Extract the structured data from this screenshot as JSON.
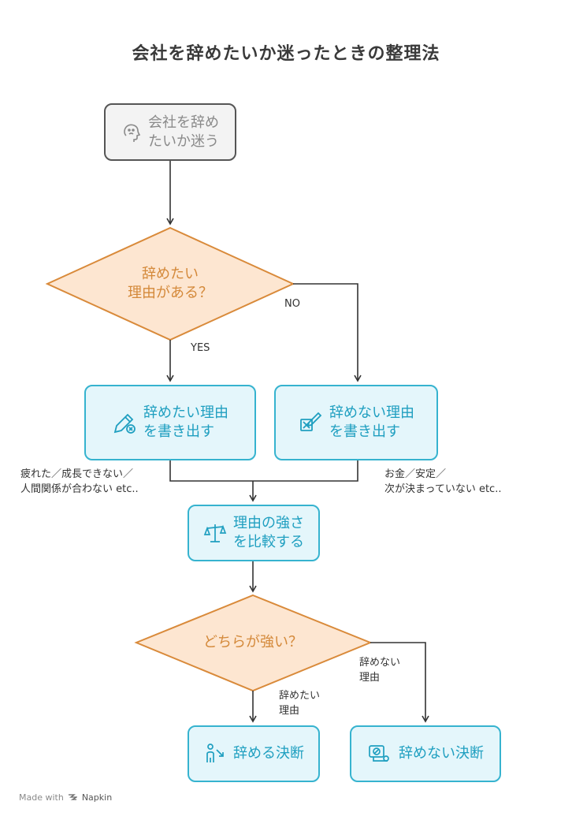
{
  "title": "会社を辞めたいか迷ったときの整理法",
  "nodes": {
    "start": {
      "lines": [
        "会社を辞め",
        "たいか迷う"
      ],
      "icon": "confused-face-icon"
    },
    "decision1": {
      "lines": [
        "辞めたい",
        "理由がある？"
      ]
    },
    "write_reasons_quit": {
      "lines": [
        "辞めたい理由",
        "を書き出す"
      ],
      "icon": "pencil-x-icon"
    },
    "write_reasons_stay": {
      "lines": [
        "辞めない理由",
        "を書き出す"
      ],
      "icon": "pencil-box-icon"
    },
    "compare": {
      "lines": [
        "理由の強さ",
        "を比較する"
      ],
      "icon": "scales-icon"
    },
    "decision2": {
      "lines": [
        "どちらが強い？"
      ]
    },
    "decide_quit": {
      "lines": [
        "辞める決断"
      ],
      "icon": "person-arrow-icon"
    },
    "decide_stay": {
      "lines": [
        "辞めない決断"
      ],
      "icon": "decision-card-icon"
    }
  },
  "edge_labels": {
    "no": "NO",
    "yes": "YES",
    "stronger_quit": [
      "辞めたい",
      "理由"
    ],
    "stronger_stay": [
      "辞めない",
      "理由"
    ]
  },
  "notes": {
    "quit_examples": [
      "疲れた／成長できない／",
      "人間関係が合わない etc.."
    ],
    "stay_examples": [
      "お金／安定／",
      "次が決まっていない etc.."
    ]
  },
  "footer": {
    "made_with": "Made with",
    "brand": "Napkin"
  },
  "colors": {
    "decision_fill": "#fde6d1",
    "decision_stroke": "#d98a3a",
    "process_stroke": "#36b3cf",
    "process_fill": "#e4f6fb"
  }
}
